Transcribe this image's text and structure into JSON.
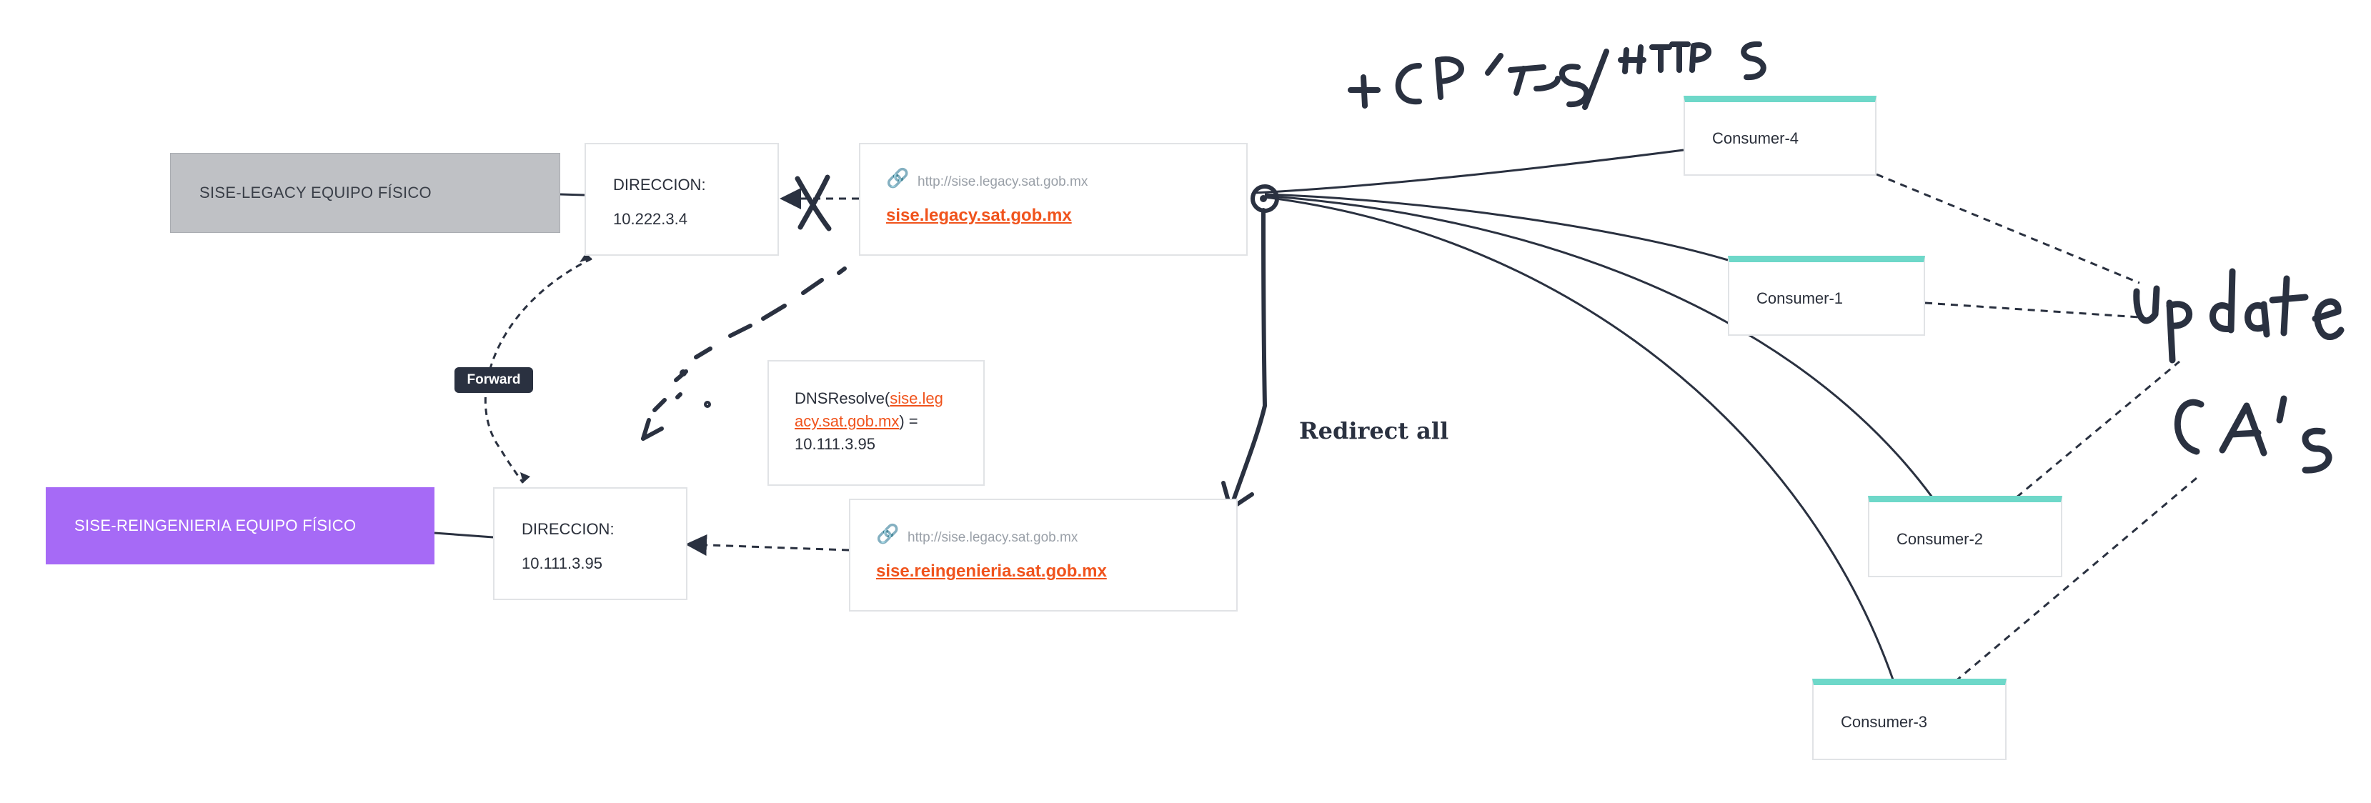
{
  "nodes": {
    "legacy_equipment": "SISE-LEGACY EQUIPO FÍSICO",
    "reingenieria_equipment": "SISE-REINGENIERIA  EQUIPO FÍSICO",
    "legacy_address": {
      "label": "DIRECCION:",
      "value": "10.222.3.4"
    },
    "reingenieria_address": {
      "label": "DIRECCION:",
      "value": "10.111.3.95"
    },
    "legacy_link": {
      "url": "http://sise.legacy.sat.gob.mx",
      "title": "sise.legacy.sat.gob.mx"
    },
    "reingenieria_link": {
      "url": "http://sise.legacy.sat.gob.mx",
      "title": "sise.reingenieria.sat.gob.mx"
    },
    "dns_resolve": {
      "prefix": "DNSResolve(",
      "link_part1": "sise.leg",
      "link_part2": "acy.sat.gob.mx",
      "suffix": ") =",
      "result": "10.111.3.95"
    }
  },
  "consumers": {
    "c4": "Consumer-4",
    "c1": "Consumer-1",
    "c2": "Consumer-2",
    "c3": "Consumer-3"
  },
  "labels": {
    "forward": "Forward",
    "redirect_all": "Redirect all"
  },
  "handwriting": {
    "protocols": "TCP/TLS/HTTPS",
    "update": "update",
    "cas": "CA's"
  },
  "colors": {
    "link": "#f0531c",
    "consumer_accent": "#6ed8c9",
    "purple": "#a66af6",
    "gray": "#bfc1c5",
    "ink": "#2a3140"
  }
}
